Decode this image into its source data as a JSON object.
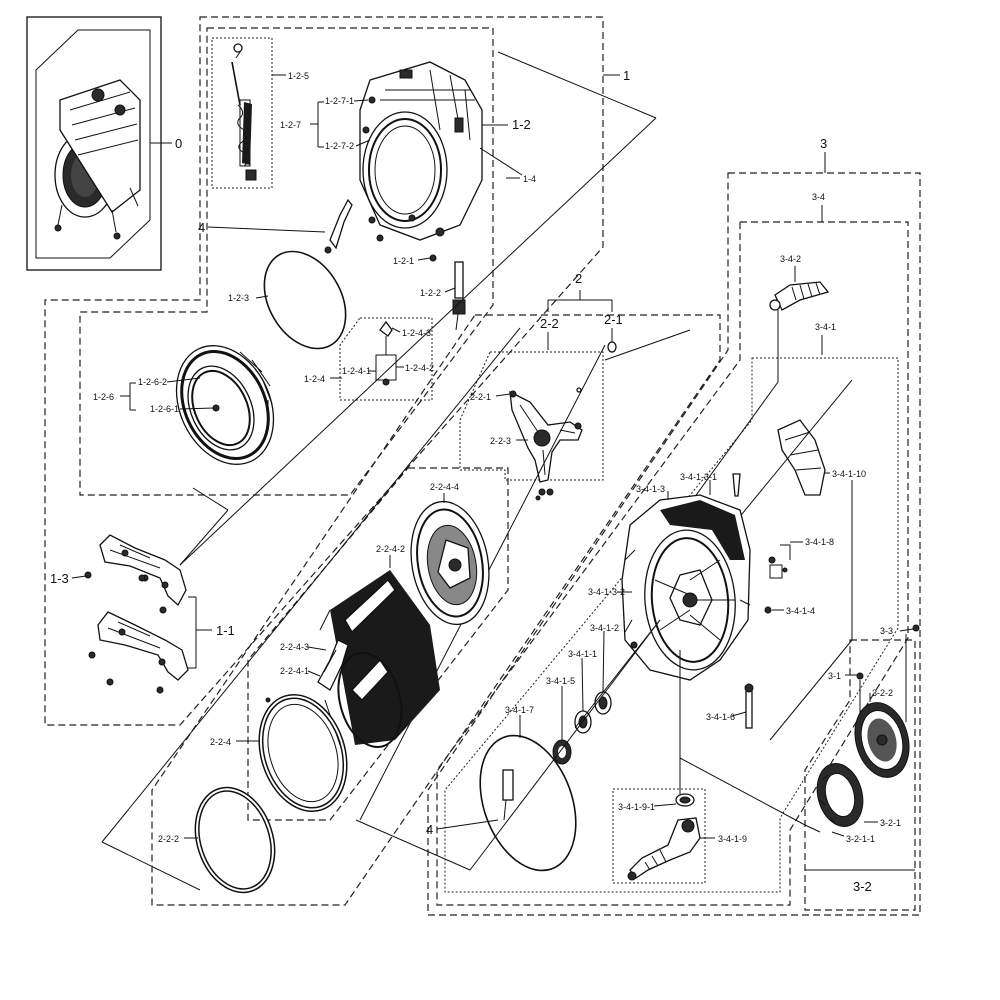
{
  "labels": {
    "l_0": "0",
    "l_1": "1",
    "l_1_1": "1-1",
    "l_1_2": "1-2",
    "l_1_2_1": "1-2-1",
    "l_1_2_2": "1-2-2",
    "l_1_2_3": "1-2-3",
    "l_1_2_4": "1-2-4",
    "l_1_2_4_1": "1-2-4-1",
    "l_1_2_4_2": "1-2-4-2",
    "l_1_2_4_3": "1-2-4-3",
    "l_1_2_5": "1-2-5",
    "l_1_2_6": "1-2-6",
    "l_1_2_6_1": "1-2-6-1",
    "l_1_2_6_2": "1-2-6-2",
    "l_1_2_7": "1-2-7",
    "l_1_2_7_1": "1-2-7-1",
    "l_1_2_7_2": "1-2-7-2",
    "l_1_3": "1-3",
    "l_1_4": "1-4",
    "l_2": "2",
    "l_2_1": "2-1",
    "l_2_2": "2-2",
    "l_2_2_1": "2-2-1",
    "l_2_2_2": "2-2-2",
    "l_2_2_3": "2-2-3",
    "l_2_2_4": "2-2-4",
    "l_2_2_4_1": "2-2-4-1",
    "l_2_2_4_2": "2-2-4-2",
    "l_2_2_4_3": "2-2-4-3",
    "l_2_2_4_4": "2-2-4-4",
    "l_3": "3",
    "l_3_1": "3-1",
    "l_3_2": "3-2",
    "l_3_2_1": "3-2-1",
    "l_3_2_1_1": "3-2-1-1",
    "l_3_2_2": "3-2-2",
    "l_3_3": "3-3",
    "l_3_4": "3-4",
    "l_3_4_1": "3-4-1",
    "l_3_4_1_1": "3-4-1-1",
    "l_3_4_1_2": "3-4-1-2",
    "l_3_4_1_3": "3-4-1-3",
    "l_3_4_1_3_1": "3-4-1-3-1",
    "l_3_4_1_3_2": "3-4-1-3-2",
    "l_3_4_1_4": "3-4-1-4",
    "l_3_4_1_5": "3-4-1-5",
    "l_3_4_1_6": "3-4-1-6",
    "l_3_4_1_7": "3-4-1-7",
    "l_3_4_1_8": "3-4-1-8",
    "l_3_4_1_9": "3-4-1-9",
    "l_3_4_1_9_1": "3-4-1-9-1",
    "l_3_4_1_10": "3-4-1-10",
    "l_3_4_2": "3-4-2",
    "l_4_top": "4",
    "l_4_bottom": "4"
  }
}
